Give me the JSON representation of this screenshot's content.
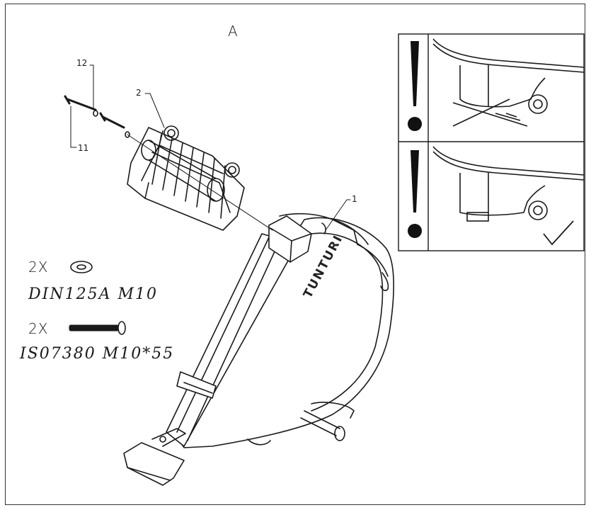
{
  "step": {
    "label": "A"
  },
  "callouts": {
    "c1": "1",
    "c2": "2",
    "c11": "11",
    "c12": "12"
  },
  "hardware": [
    {
      "qty": "2X",
      "spec": "DIN125A  M10",
      "icon": "washer-icon"
    },
    {
      "qty": "2X",
      "spec": "IS07380  M10*55",
      "icon": "bolt-icon"
    }
  ],
  "brand": {
    "text": "TUNTURI"
  },
  "inset": {
    "top": {
      "warning_icon": "exclamation-icon",
      "status_icon": "cross-icon",
      "status": "incorrect"
    },
    "bottom": {
      "warning_icon": "exclamation-icon",
      "status_icon": "check-icon",
      "status": "correct"
    }
  },
  "colors": {
    "line": "#1a1a1a",
    "background": "#ffffff"
  }
}
